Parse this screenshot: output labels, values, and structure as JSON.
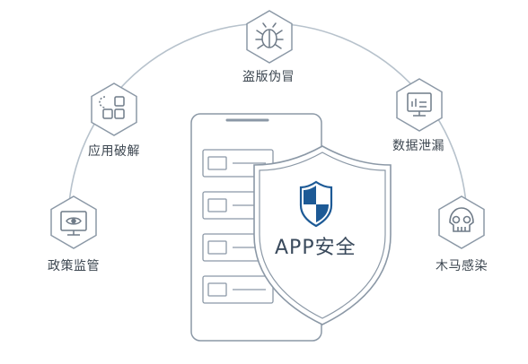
{
  "threats": {
    "piracy": "盗版伪冒",
    "crack": "应用破解",
    "leak": "数据泄漏",
    "policy": "政策监管",
    "trojan": "木马感染"
  },
  "center": {
    "title": "APP安全"
  },
  "colors": {
    "stroke": "#8b98a6",
    "arc": "#b7c2cc",
    "hex_fill": "#ffffff",
    "shield_blue": "#1d5a96",
    "text": "#3c4650"
  },
  "icons": {
    "piracy": "bug-icon",
    "crack": "app-grid-icon",
    "leak": "monitor-chart-icon",
    "policy": "monitor-eye-icon",
    "trojan": "skull-icon",
    "center": "shield-icon"
  }
}
